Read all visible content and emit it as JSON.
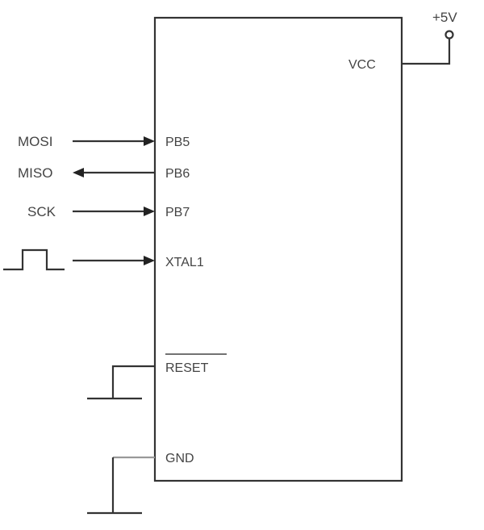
{
  "supply": {
    "label": "+5V"
  },
  "chip": {
    "pins": {
      "vcc": "VCC",
      "pb5": "PB5",
      "pb6": "PB6",
      "pb7": "PB7",
      "xtal1": "XTAL1",
      "reset": "RESET",
      "gnd": "GND"
    }
  },
  "signals": {
    "mosi": "MOSI",
    "miso": "MISO",
    "sck": "SCK"
  }
}
